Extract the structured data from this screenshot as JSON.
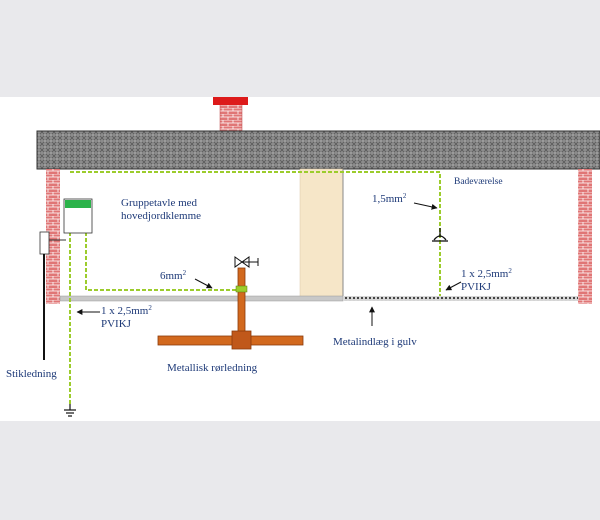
{
  "labels": {
    "gruppetavle_line1": "Gruppetavle med",
    "gruppetavle_line2": "hovedjordklemme",
    "badevaerelse": "Badeværelse",
    "wire_15_prefix": "1,5mm",
    "wire_15_sup": "2",
    "wire_6_prefix": "6mm",
    "wire_6_sup": "2",
    "right_cable_line1_prefix": "1 x 2,5mm",
    "right_cable_line1_sup": "2",
    "right_cable_line2": "PVIKJ",
    "left_cable_line1_prefix": "1 x 2,5mm",
    "left_cable_line1_sup": "2",
    "left_cable_line2": "PVIKJ",
    "metalindlaeg": "Metalindlæg i gulv",
    "metallisk_ror": "Metallisk rørledning",
    "stikledning": "Stikledning"
  },
  "colors": {
    "background": "#e9e9ec",
    "canvas": "#ffffff",
    "roof": "#8c8c8c",
    "brick": "#e07676",
    "chimney_cap": "#dd1a1a",
    "earth_wire": "#9ccc2c",
    "pipe": "#d2691e",
    "pipe_dark": "#8b3a0a",
    "label_text": "#1e3a78",
    "wall_panel": "#f6e6c8",
    "floor": "#c8c8c8"
  },
  "icons": [
    "ground-symbol-icon",
    "valve-icon",
    "lamp-icon",
    "chimney-icon",
    "distribution-board-icon",
    "arrow-icon"
  ]
}
